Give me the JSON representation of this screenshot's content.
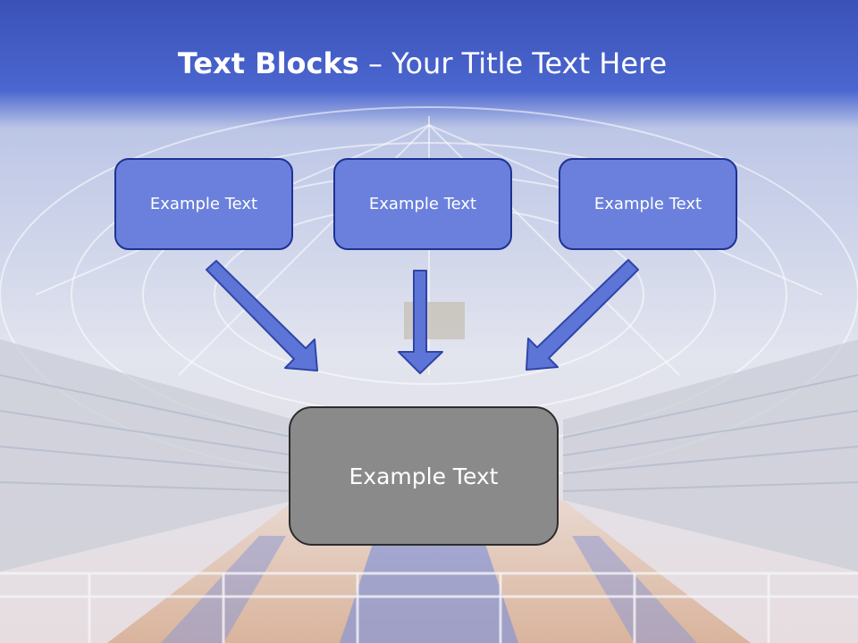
{
  "title": {
    "bold": "Text Blocks",
    "separator": " – ",
    "rest": "Your Title Text Here"
  },
  "blocks": [
    "Example Text",
    "Example Text",
    "Example Text"
  ],
  "center_block": "Example Text",
  "colors": {
    "header_blue": "#3e56c4",
    "block_fill": "#6a80dc",
    "block_border": "#1e3192",
    "arrow_fill": "#5d75d6",
    "arrow_stroke": "#2f45a8",
    "center_fill": "#8a8a8a",
    "center_border": "#2c2c2c"
  }
}
